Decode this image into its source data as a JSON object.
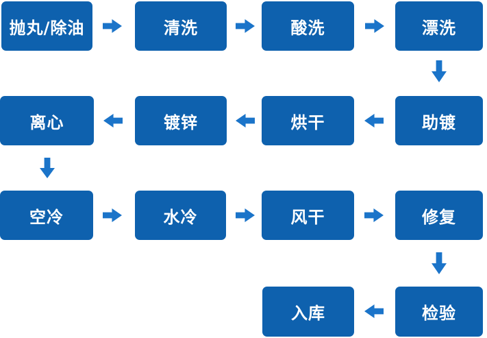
{
  "diagram": {
    "type": "flowchart",
    "description": "hot-dip galvanizing process flow, serpentine left-right layout",
    "colors": {
      "background": "#ffffff",
      "box_fill": "#0e61ae",
      "arrow_fill": "#1b74c9",
      "label_text": "#ffffff"
    },
    "nodes": [
      {
        "label": "抛丸/除油"
      },
      {
        "label": "清洗"
      },
      {
        "label": "酸洗"
      },
      {
        "label": "漂洗"
      },
      {
        "label": "助镀"
      },
      {
        "label": "烘干"
      },
      {
        "label": "镀锌"
      },
      {
        "label": "离心"
      },
      {
        "label": "空冷"
      },
      {
        "label": "水冷"
      },
      {
        "label": "风干"
      },
      {
        "label": "修复"
      },
      {
        "label": "检验"
      },
      {
        "label": "入库"
      }
    ],
    "flow_order": [
      "抛丸/除油",
      "清洗",
      "酸洗",
      "漂洗",
      "助镀",
      "烘干",
      "镀锌",
      "离心",
      "空冷",
      "水冷",
      "风干",
      "修复",
      "检验",
      "入库"
    ]
  }
}
